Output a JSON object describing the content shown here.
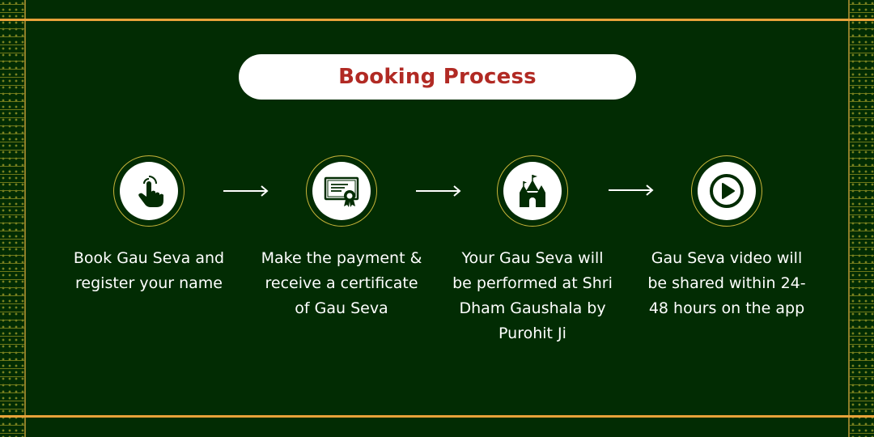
{
  "title": "Booking Process",
  "colors": {
    "background": "#022c03",
    "accent_rule": "#e8a23a",
    "title_text": "#b12a24",
    "icon_fill": "#022c03"
  },
  "steps": [
    {
      "icon": "hand-tap-icon",
      "text": "Book Gau Seva and register your name"
    },
    {
      "icon": "certificate-icon",
      "text": "Make the payment & receive a certificate of Gau Seva"
    },
    {
      "icon": "temple-icon",
      "text": "Your Gau Seva will be performed at Shri Dham Gaushala by Purohit Ji"
    },
    {
      "icon": "play-icon",
      "text": "Gau Seva video will be shared within 24-48 hours on the app"
    }
  ]
}
